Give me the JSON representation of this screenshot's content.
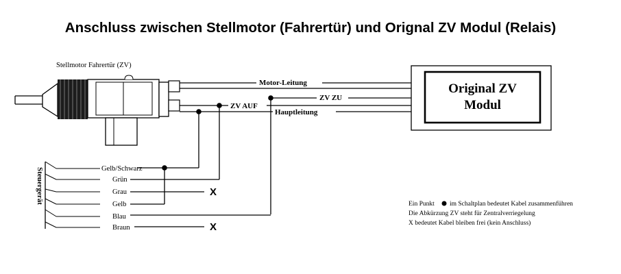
{
  "title": "Anschluss zwischen Stellmotor (Fahrertür) und Orignal ZV Modul (Relais)",
  "motor_label": "Stellmotor Fahrertür (ZV)",
  "module_lines": [
    "Original ZV",
    "Modul"
  ],
  "wires": {
    "motor_leitung": "Motor-Leitung",
    "zv_zu": "ZV ZU",
    "zv_auf": "ZV AUF",
    "hauptleitung": "Hauptleitung"
  },
  "control_unit_label": "Steuergerät",
  "control_wires": [
    "Gelb/Schwarz",
    "Grün",
    "Grau",
    "Gelb",
    "Blau",
    "Braun"
  ],
  "not_connected_marker": "X",
  "legend": {
    "line1_before": "Ein Punkt",
    "line1_after": "im Schaltplan bedeutet Kabel zusammenführen",
    "line2": "Die Abkürzung ZV steht für Zentralverriegelung",
    "line3": "X bedeutet Kabel bleiben frei  (kein Anschluss)"
  }
}
